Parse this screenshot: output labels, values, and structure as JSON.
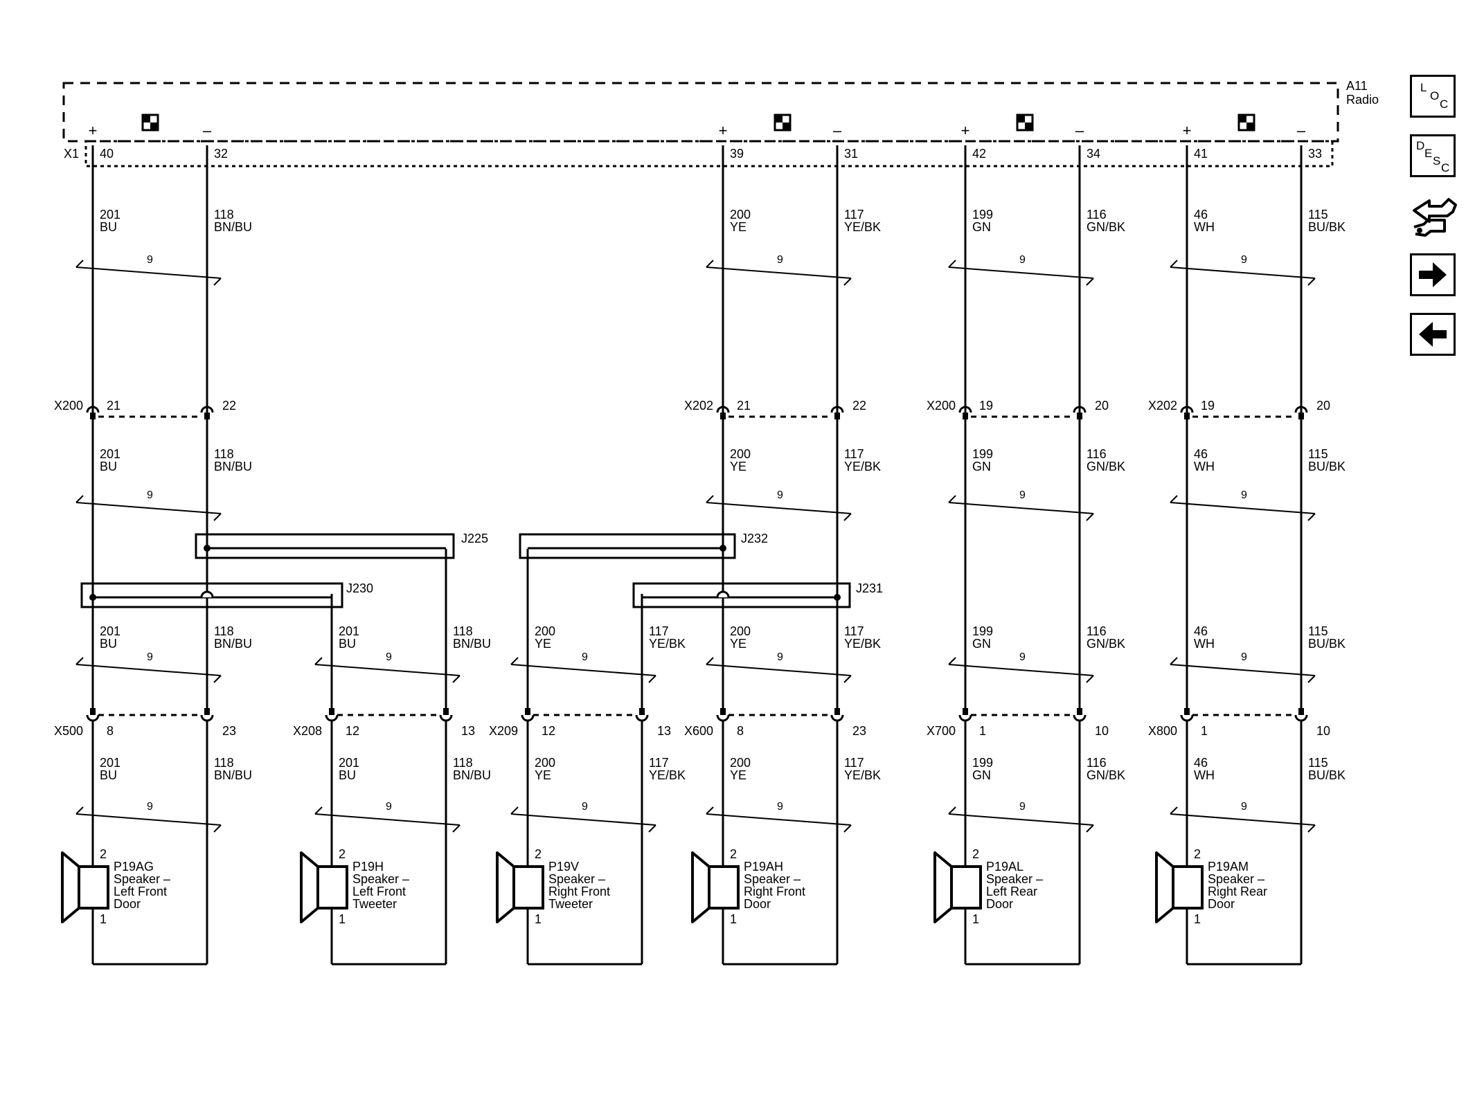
{
  "module": {
    "ref": "A11",
    "name": "Radio",
    "connector": "X1"
  },
  "nav": {
    "loc": [
      "L",
      "O",
      "C"
    ],
    "desc": [
      "D",
      "E",
      "S",
      "C"
    ]
  },
  "gauge_label": "9",
  "channels": [
    {
      "plus": {
        "pin": "40",
        "circuit": "201",
        "color": "BU"
      },
      "minus": {
        "pin": "32",
        "circuit": "118",
        "color": "BN/BU"
      },
      "top_connector": {
        "name": "X200",
        "plus_pin": "21",
        "minus_pin": "22"
      }
    },
    {
      "plus": {
        "pin": "39",
        "circuit": "200",
        "color": "YE"
      },
      "minus": {
        "pin": "31",
        "circuit": "117",
        "color": "YE/BK"
      },
      "top_connector": {
        "name": "X202",
        "plus_pin": "21",
        "minus_pin": "22"
      }
    },
    {
      "plus": {
        "pin": "42",
        "circuit": "199",
        "color": "GN"
      },
      "minus": {
        "pin": "34",
        "circuit": "116",
        "color": "GN/BK"
      },
      "top_connector": {
        "name": "X200",
        "plus_pin": "19",
        "minus_pin": "20"
      }
    },
    {
      "plus": {
        "pin": "41",
        "circuit": "46",
        "color": "WH"
      },
      "minus": {
        "pin": "33",
        "circuit": "115",
        "color": "BU/BK"
      },
      "top_connector": {
        "name": "X202",
        "plus_pin": "19",
        "minus_pin": "20"
      }
    }
  ],
  "splices": [
    "J225",
    "J232",
    "J230",
    "J231"
  ],
  "speakers": [
    {
      "connector": "X500",
      "plus_pin": "8",
      "minus_pin": "23",
      "plus_circuit": "201",
      "plus_color": "BU",
      "minus_circuit": "118",
      "minus_color": "BN/BU",
      "ref": "P19AG",
      "name": [
        "Speaker –",
        "Left Front",
        "Door"
      ],
      "term_top": "2",
      "term_bottom": "1"
    },
    {
      "connector": "X208",
      "plus_pin": "12",
      "minus_pin": "13",
      "plus_circuit": "201",
      "plus_color": "BU",
      "minus_circuit": "118",
      "minus_color": "BN/BU",
      "ref": "P19H",
      "name": [
        "Speaker –",
        "Left Front",
        "Tweeter"
      ],
      "term_top": "2",
      "term_bottom": "1"
    },
    {
      "connector": "X209",
      "plus_pin": "12",
      "minus_pin": "13",
      "plus_circuit": "200",
      "plus_color": "YE",
      "minus_circuit": "117",
      "minus_color": "YE/BK",
      "ref": "P19V",
      "name": [
        "Speaker –",
        "Right Front",
        "Tweeter"
      ],
      "term_top": "2",
      "term_bottom": "1"
    },
    {
      "connector": "X600",
      "plus_pin": "8",
      "minus_pin": "23",
      "plus_circuit": "200",
      "plus_color": "YE",
      "minus_circuit": "117",
      "minus_color": "YE/BK",
      "ref": "P19AH",
      "name": [
        "Speaker –",
        "Right Front",
        "Door"
      ],
      "term_top": "2",
      "term_bottom": "1"
    },
    {
      "connector": "X700",
      "plus_pin": "1",
      "minus_pin": "10",
      "plus_circuit": "199",
      "plus_color": "GN",
      "minus_circuit": "116",
      "minus_color": "GN/BK",
      "ref": "P19AL",
      "name": [
        "Speaker –",
        "Left Rear",
        "Door"
      ],
      "term_top": "2",
      "term_bottom": "1"
    },
    {
      "connector": "X800",
      "plus_pin": "1",
      "minus_pin": "10",
      "plus_circuit": "46",
      "plus_color": "WH",
      "minus_circuit": "115",
      "minus_color": "BU/BK",
      "ref": "P19AM",
      "name": [
        "Speaker –",
        "Right Rear",
        "Door"
      ],
      "term_top": "2",
      "term_bottom": "1"
    }
  ]
}
